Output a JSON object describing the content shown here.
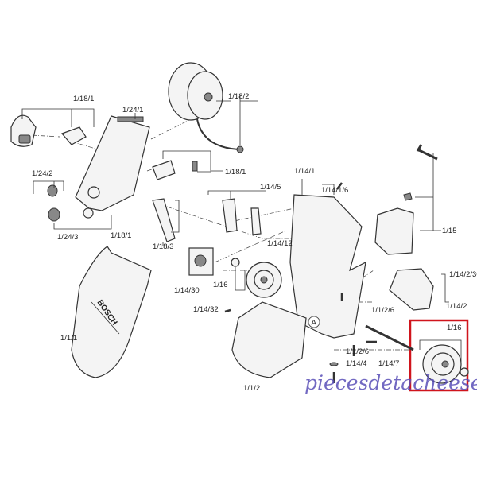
{
  "labels": {
    "l_18_1_top": "1/18/1",
    "l_24_1": "1/24/1",
    "l_18_2": "1/18/2",
    "l_24_2": "1/24/2",
    "l_18_1_mid": "1/18/1",
    "l_24_3": "1/24/3",
    "l_18_1_bot": "1/18/1",
    "l_18_3": "1/18/3",
    "l_14_1": "1/14/1",
    "l_14_1_6": "1/14/1/6",
    "l_14_5": "1/14/5",
    "l_15": "1/15",
    "l_14_12": "1/14/12",
    "l_16_left": "1/16",
    "l_14_30": "1/14/30",
    "l_14_2_30": "1/14/2/30",
    "l_14_32": "1/14/32",
    "l_14_2": "1/14/2",
    "l_1_1": "1/1/1",
    "l_1_2_6_a": "1/1/2/6",
    "l_16_right": "1/16",
    "l_1_2_6_b": "1/1/2/6",
    "l_14_4": "1/14/4",
    "l_14_7": "1/14/7",
    "l_1_2": "1/1/2",
    "callout_a": "A"
  },
  "brand_on_cover": "BOSCH",
  "watermark": "piecesdetacheeselec.com",
  "highlight_color": "#d0141c"
}
